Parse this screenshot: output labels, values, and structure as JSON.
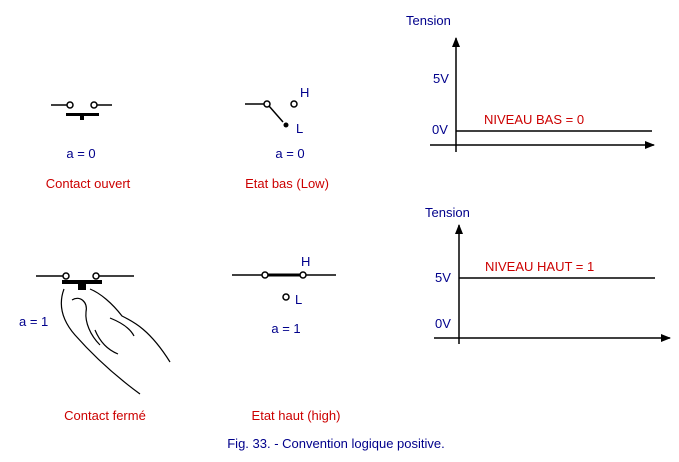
{
  "colors": {
    "line": "#000000",
    "red_text": "#cc0000",
    "blue_text": "#00008b"
  },
  "panel_open_contact": {
    "value": "a = 0",
    "caption": "Contact ouvert"
  },
  "panel_switch_low": {
    "label_high": "H",
    "label_low": "L",
    "value": "a = 0",
    "caption": "Etat bas (Low)"
  },
  "panel_closed_contact": {
    "value": "a = 1",
    "caption": "Contact fermé"
  },
  "panel_switch_high": {
    "label_high": "H",
    "label_low": "L",
    "value": "a = 1",
    "caption": "Etat haut (high)"
  },
  "graph_low": {
    "axis_label": "Tension",
    "tick_5v": "5V",
    "tick_0v": "0V",
    "level_label": "NIVEAU BAS = 0"
  },
  "graph_high": {
    "axis_label": "Tension",
    "tick_5v": "5V",
    "tick_0v": "0V",
    "level_label": "NIVEAU HAUT = 1"
  },
  "figure_caption": "Fig. 33. - Convention logique positive."
}
